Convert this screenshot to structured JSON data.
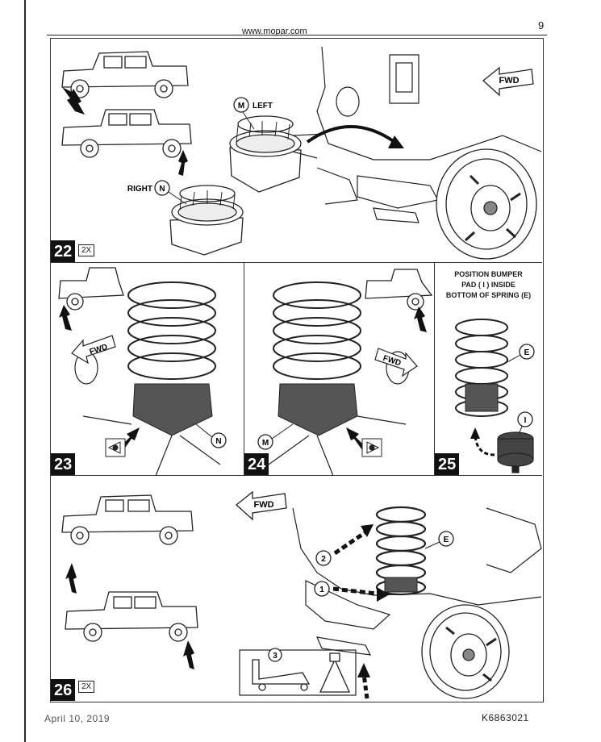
{
  "header": {
    "url": "www.mopar.com",
    "page_number": "9"
  },
  "steps": [
    {
      "number": "22",
      "quantity": "2X",
      "labels": {
        "m": "M",
        "m_text": "LEFT",
        "n": "N",
        "n_text": "RIGHT"
      },
      "direction": "FWD"
    },
    {
      "number": "23",
      "labels": {
        "n": "N"
      },
      "direction": "FWD"
    },
    {
      "number": "24",
      "labels": {
        "m": "M"
      },
      "direction": "FWD"
    },
    {
      "number": "25",
      "caption": [
        "POSITION BUMPER",
        "PAD ( I ) INSIDE",
        "BOTTOM OF SPRING (E)"
      ],
      "labels": {
        "e": "E",
        "i": "I"
      }
    },
    {
      "number": "26",
      "quantity": "2X",
      "labels": {
        "e": "E",
        "one": "1",
        "two": "2",
        "three": "3"
      },
      "direction": "FWD"
    }
  ],
  "footer": {
    "date": "April 10, 2019",
    "code": "K6863021"
  },
  "icons": [
    "jeep-truck-icon",
    "pointer-arrow-icon",
    "fwd-arrow-icon",
    "coil-spring-icon",
    "spring-isolator-icon",
    "brake-rotor-icon",
    "floor-jack-icon",
    "jack-stand-icon",
    "eye-view-icon"
  ]
}
